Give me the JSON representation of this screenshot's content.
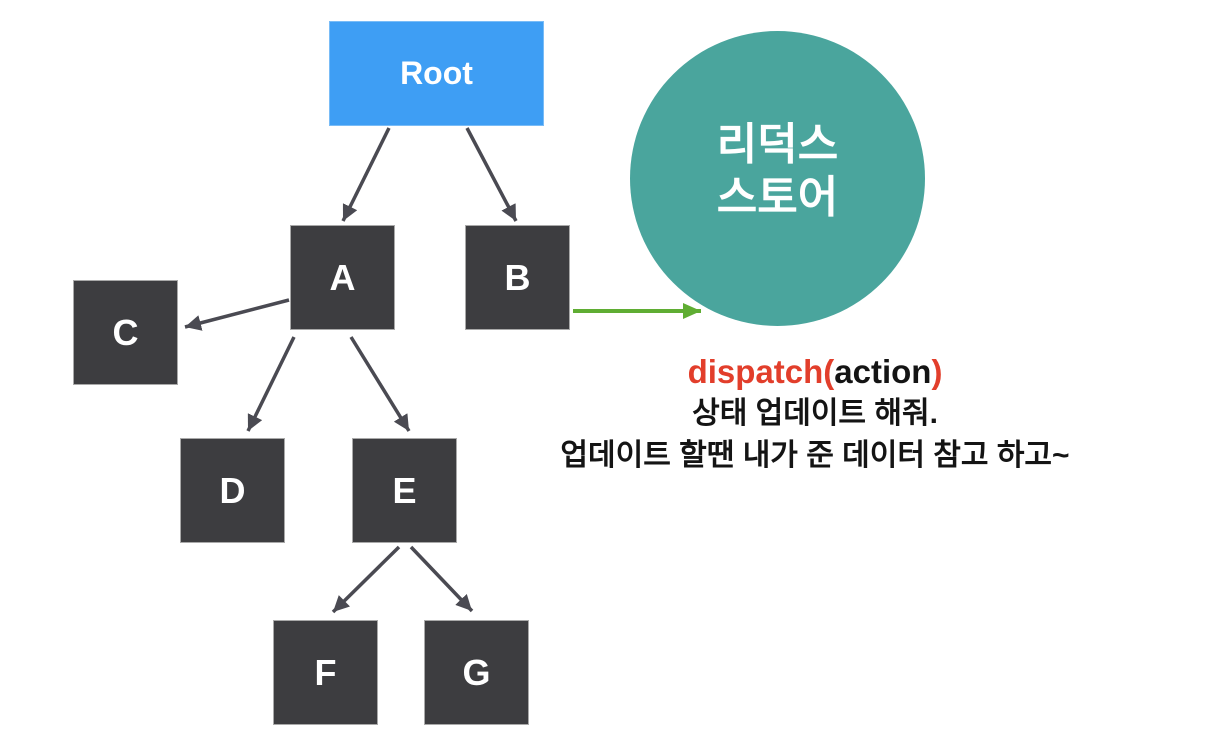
{
  "colors": {
    "root_blue": "#3E9EF4",
    "node_dark": "#3D3D40",
    "store_teal": "#4AA59D",
    "arrow_gray": "#4A4A52",
    "arrow_green": "#5FAD33",
    "dispatch_red": "#E23E2B",
    "text_black": "#141414"
  },
  "tree": {
    "root": {
      "label": "Root"
    },
    "nodes": [
      {
        "id": "A",
        "label": "A"
      },
      {
        "id": "B",
        "label": "B"
      },
      {
        "id": "C",
        "label": "C"
      },
      {
        "id": "D",
        "label": "D"
      },
      {
        "id": "E",
        "label": "E"
      },
      {
        "id": "F",
        "label": "F"
      },
      {
        "id": "G",
        "label": "G"
      }
    ],
    "edges": [
      "Root→A",
      "Root→B",
      "A→C",
      "A→D",
      "A→E",
      "E→F",
      "E→G",
      "B→store(green)"
    ]
  },
  "store": {
    "line1": "리덕스",
    "line2": "스토어"
  },
  "annotation": {
    "dispatch_prefix": "dispatch(",
    "dispatch_arg": "action",
    "dispatch_suffix": ")",
    "line2": "상태 업데이트 해줘.",
    "line3": "업데이트 할땐 내가 준 데이터 참고 하고~"
  }
}
